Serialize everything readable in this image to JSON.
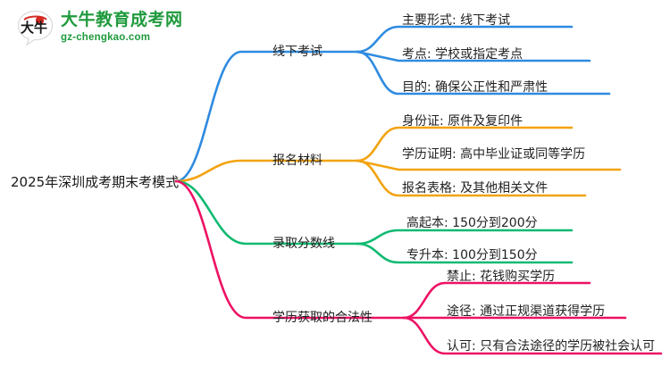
{
  "logo": {
    "mark_name": "daniu-speech-bubble-logo",
    "mark_char": "大牛",
    "title_cn": "大牛教育成考网",
    "title_en": "gz-chengkao.com",
    "color": "#1f9a3d",
    "accent": "#d42a22"
  },
  "mindmap": {
    "root": {
      "label": "2025年深圳成考期末考模式"
    },
    "branches": [
      {
        "label": "线下考试",
        "color": "#2E8BE0",
        "children": [
          {
            "label": "主要形式: 线下考试"
          },
          {
            "label": "考点: 学校或指定考点"
          },
          {
            "label": "目的: 确保公正性和严肃性"
          }
        ]
      },
      {
        "label": "报名材料",
        "color": "#F2A30F",
        "children": [
          {
            "label": "身份证: 原件及复印件"
          },
          {
            "label": "学历证明: 高中毕业证或同等学历"
          },
          {
            "label": "报名表格: 及其他相关文件"
          }
        ]
      },
      {
        "label": "录取分数线",
        "color": "#0FBA70",
        "children": [
          {
            "label": "高起本: 150分到200分"
          },
          {
            "label": "专升本: 100分到150分"
          }
        ]
      },
      {
        "label": "学历获取的合法性",
        "color": "#ED1164",
        "children": [
          {
            "label": "禁止: 花钱购买学历"
          },
          {
            "label": "途径: 通过正规渠道获得学历"
          },
          {
            "label": "认可: 只有合法途径的学历被社会认可"
          }
        ]
      }
    ]
  }
}
